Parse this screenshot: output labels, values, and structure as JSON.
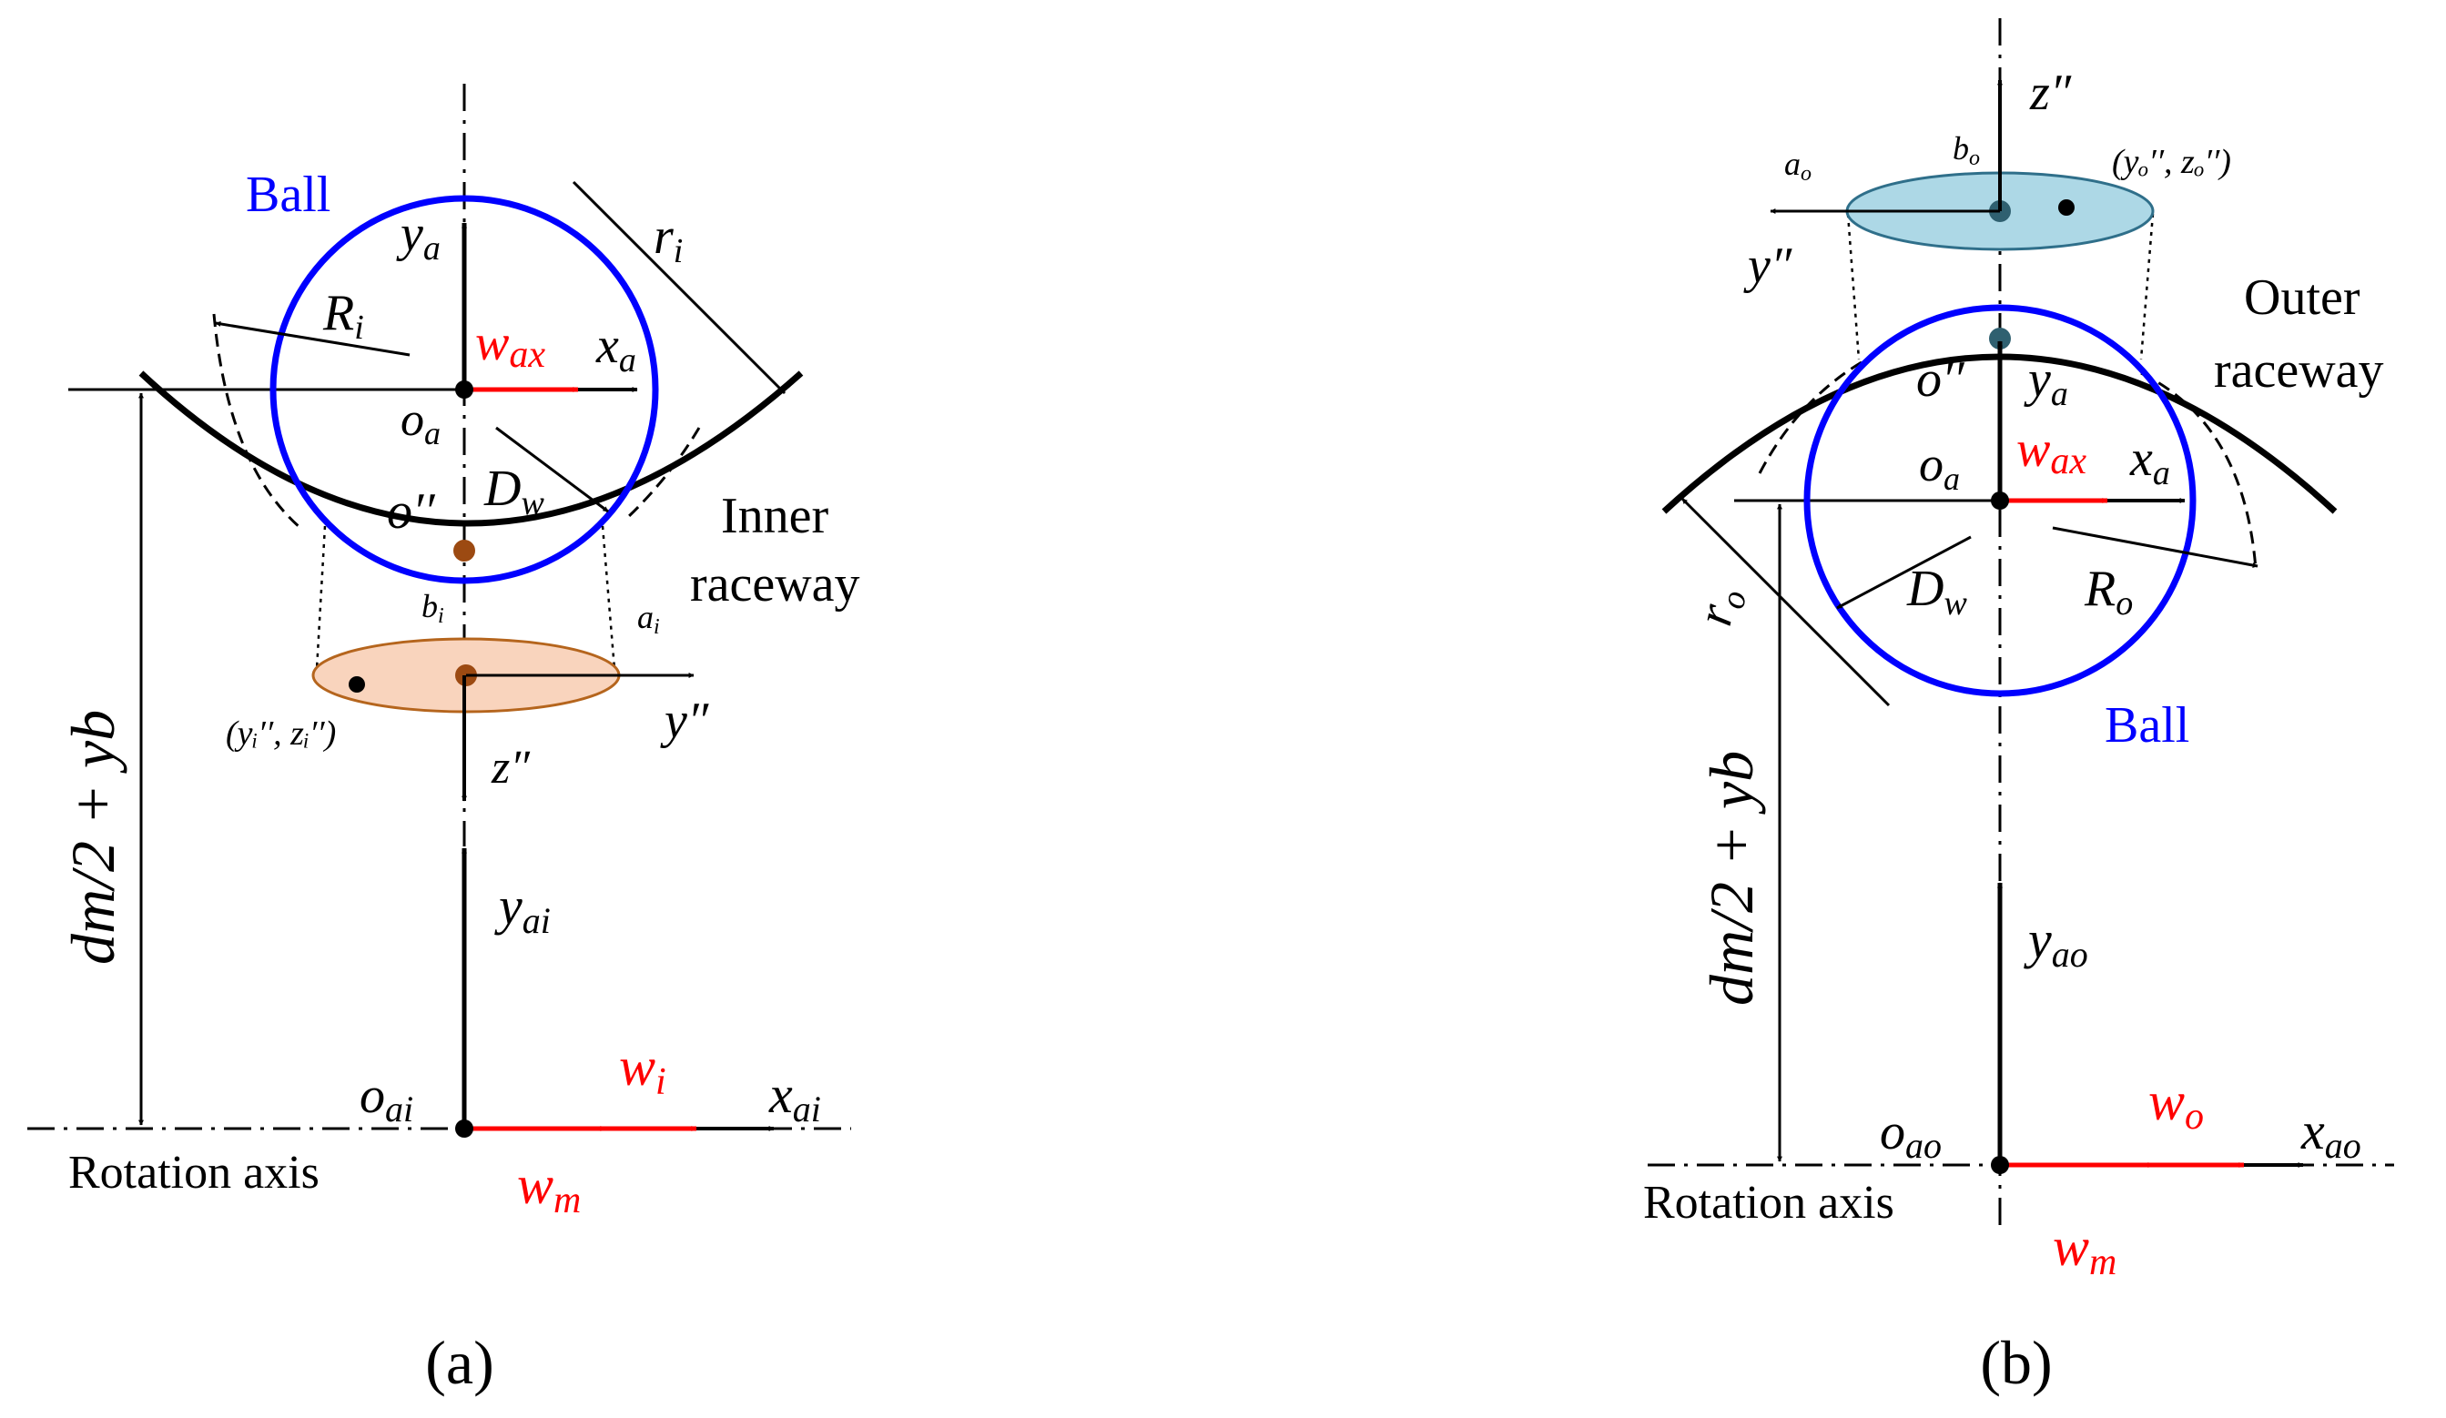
{
  "panel_a": {
    "ball_label": "Ball",
    "y_a": "y",
    "y_a_sub": "a",
    "x_a": "x",
    "x_a_sub": "a",
    "w_ax": "w",
    "w_ax_sub": "ax",
    "o_a": "o",
    "o_a_sub": "a",
    "R_i": "R",
    "R_i_sub": "i",
    "r_i": "r",
    "r_i_sub": "i",
    "o_pp": "o′′",
    "D_w": "D",
    "D_w_sub": "w",
    "raceway_line1": "Inner",
    "raceway_line2": "raceway",
    "b_i": "b",
    "b_i_sub": "i",
    "a_i": "a",
    "a_i_sub": "i",
    "y_pp": "y″",
    "z_pp": "z″",
    "contact_point": "(yᵢ′′, zᵢ′′)",
    "dim_label": "dm/2 + yb",
    "y_ai": "y",
    "y_ai_sub": "ai",
    "x_ai": "x",
    "x_ai_sub": "ai",
    "o_ai": "o",
    "o_ai_sub": "ai",
    "w_i": "w",
    "w_i_sub": "i",
    "w_m": "w",
    "w_m_sub": "m",
    "rotation_axis": "Rotation axis",
    "caption": "(a)"
  },
  "panel_b": {
    "ball_label": "Ball",
    "z_pp": "z″",
    "y_pp": "y″",
    "a_o": "a",
    "a_o_sub": "o",
    "b_o": "b",
    "b_o_sub": "o",
    "contact_point": "(yₒ′′, zₒ′′)",
    "raceway_line1": "Outer",
    "raceway_line2": "raceway",
    "o_pp": "o′′",
    "y_a": "y",
    "y_a_sub": "a",
    "o_a": "o",
    "o_a_sub": "a",
    "w_ax": "w",
    "w_ax_sub": "ax",
    "x_a": "x",
    "x_a_sub": "a",
    "r_o": "r",
    "r_o_sub": "o",
    "D_w": "D",
    "D_w_sub": "w",
    "R_o": "R",
    "R_o_sub": "o",
    "dim_label": "dm/2 + yb",
    "y_ao": "y",
    "y_ao_sub": "ao",
    "o_ao": "o",
    "o_ao_sub": "ao",
    "w_o": "w",
    "w_o_sub": "o",
    "x_ao": "x",
    "x_ao_sub": "ao",
    "w_m": "w",
    "w_m_sub": "m",
    "rotation_axis": "Rotation axis",
    "caption": "(b)"
  },
  "colors": {
    "ball": "#0000ff",
    "velocity": "#ff0000",
    "inner_ellipse_fill": "#f9d4bd",
    "inner_ellipse_stroke": "#b5651d",
    "inner_point": "#9c4a12",
    "outer_ellipse_fill": "#add8e6",
    "outer_ellipse_stroke": "#2f6f8a",
    "outer_point": "#2f6070"
  }
}
